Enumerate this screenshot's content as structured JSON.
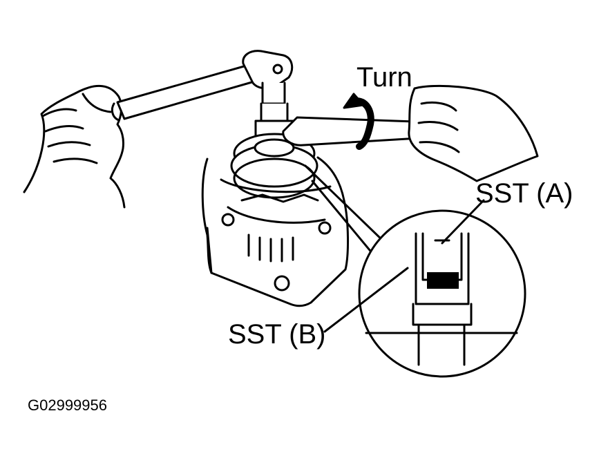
{
  "labels": {
    "turn": "Turn",
    "sst_a": "SST (A)",
    "sst_b": "SST (B)",
    "figure_code": "G02999956"
  },
  "colors": {
    "ink": "#000000",
    "paper": "#ffffff"
  }
}
